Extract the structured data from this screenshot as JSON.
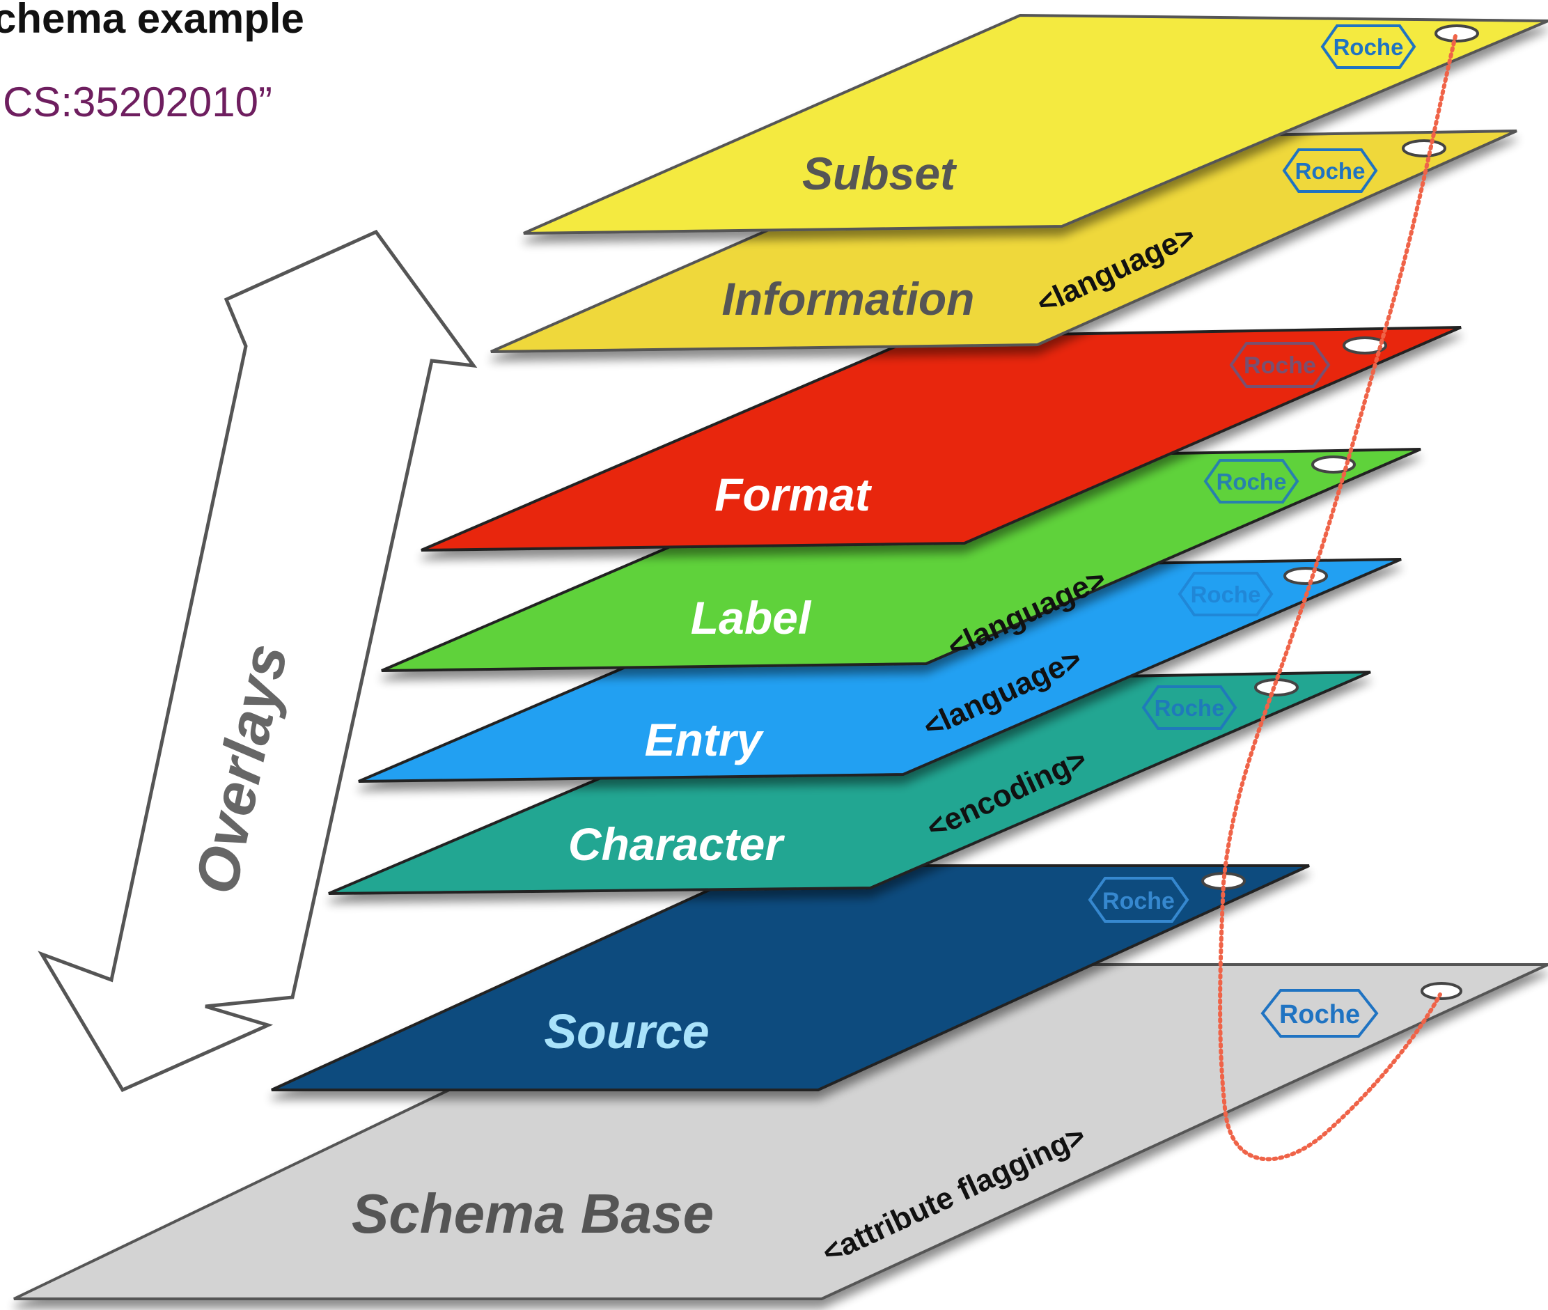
{
  "header": {
    "title": "chema example",
    "subtitle": "CS:35202010”"
  },
  "overlays_arrow": {
    "label": "Overlays"
  },
  "logo": {
    "text": "Roche",
    "color": "#1f73c2"
  },
  "layers": [
    {
      "id": "subset",
      "label": "Subset",
      "tag": "",
      "fill": "#f4ea40",
      "label_color": "#555555",
      "logo_opacity": 1.0
    },
    {
      "id": "information",
      "label": "Information",
      "tag": "<language>",
      "fill": "#efd83a",
      "label_color": "#555555",
      "logo_opacity": 1.0
    },
    {
      "id": "format",
      "label": "Format",
      "tag": "",
      "fill": "#e8260c",
      "label_color": "#ffffff",
      "logo_opacity": 0.55
    },
    {
      "id": "label",
      "label": "Label",
      "tag": "<language>",
      "fill": "#5ed23a",
      "label_color": "#ffffff",
      "logo_opacity": 0.85
    },
    {
      "id": "entry",
      "label": "Entry",
      "tag": "<language>",
      "fill": "#20a0f2",
      "label_color": "#ffffff",
      "logo_opacity": 0.55
    },
    {
      "id": "character",
      "label": "Character",
      "tag": "<encoding>",
      "fill": "#22a692",
      "label_color": "#ffffff",
      "logo_opacity": 0.85
    },
    {
      "id": "source",
      "label": "Source",
      "tag": "",
      "fill": "#0b4b7e",
      "label_color": "#a9e3fb",
      "logo_opacity": 0.9
    },
    {
      "id": "schema-base",
      "label": "Schema Base",
      "tag": "<attribute flagging>",
      "fill": "#d3d3d3",
      "label_color": "#555555",
      "logo_opacity": 1.0
    }
  ],
  "link_line_color": "#ef6348"
}
